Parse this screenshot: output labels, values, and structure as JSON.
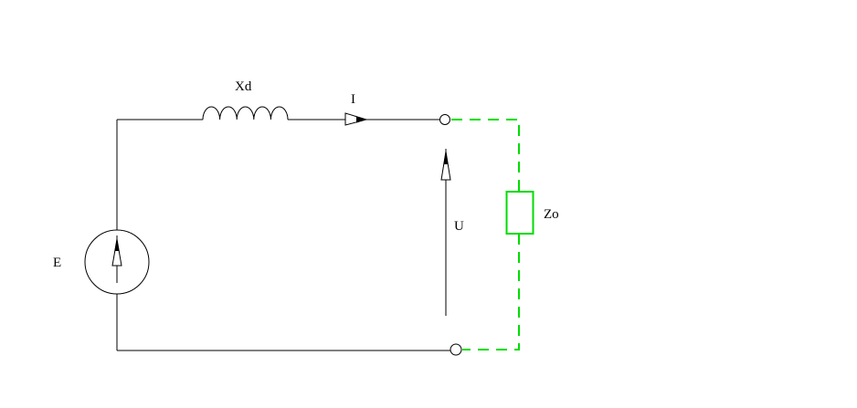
{
  "diagram": {
    "labels": {
      "source": "E",
      "inductor": "Xd",
      "current": "I",
      "voltage": "U",
      "load": "Zo"
    },
    "colors": {
      "wire": "#000000",
      "load_branch": "#00dd00",
      "background": "#ffffff"
    }
  }
}
